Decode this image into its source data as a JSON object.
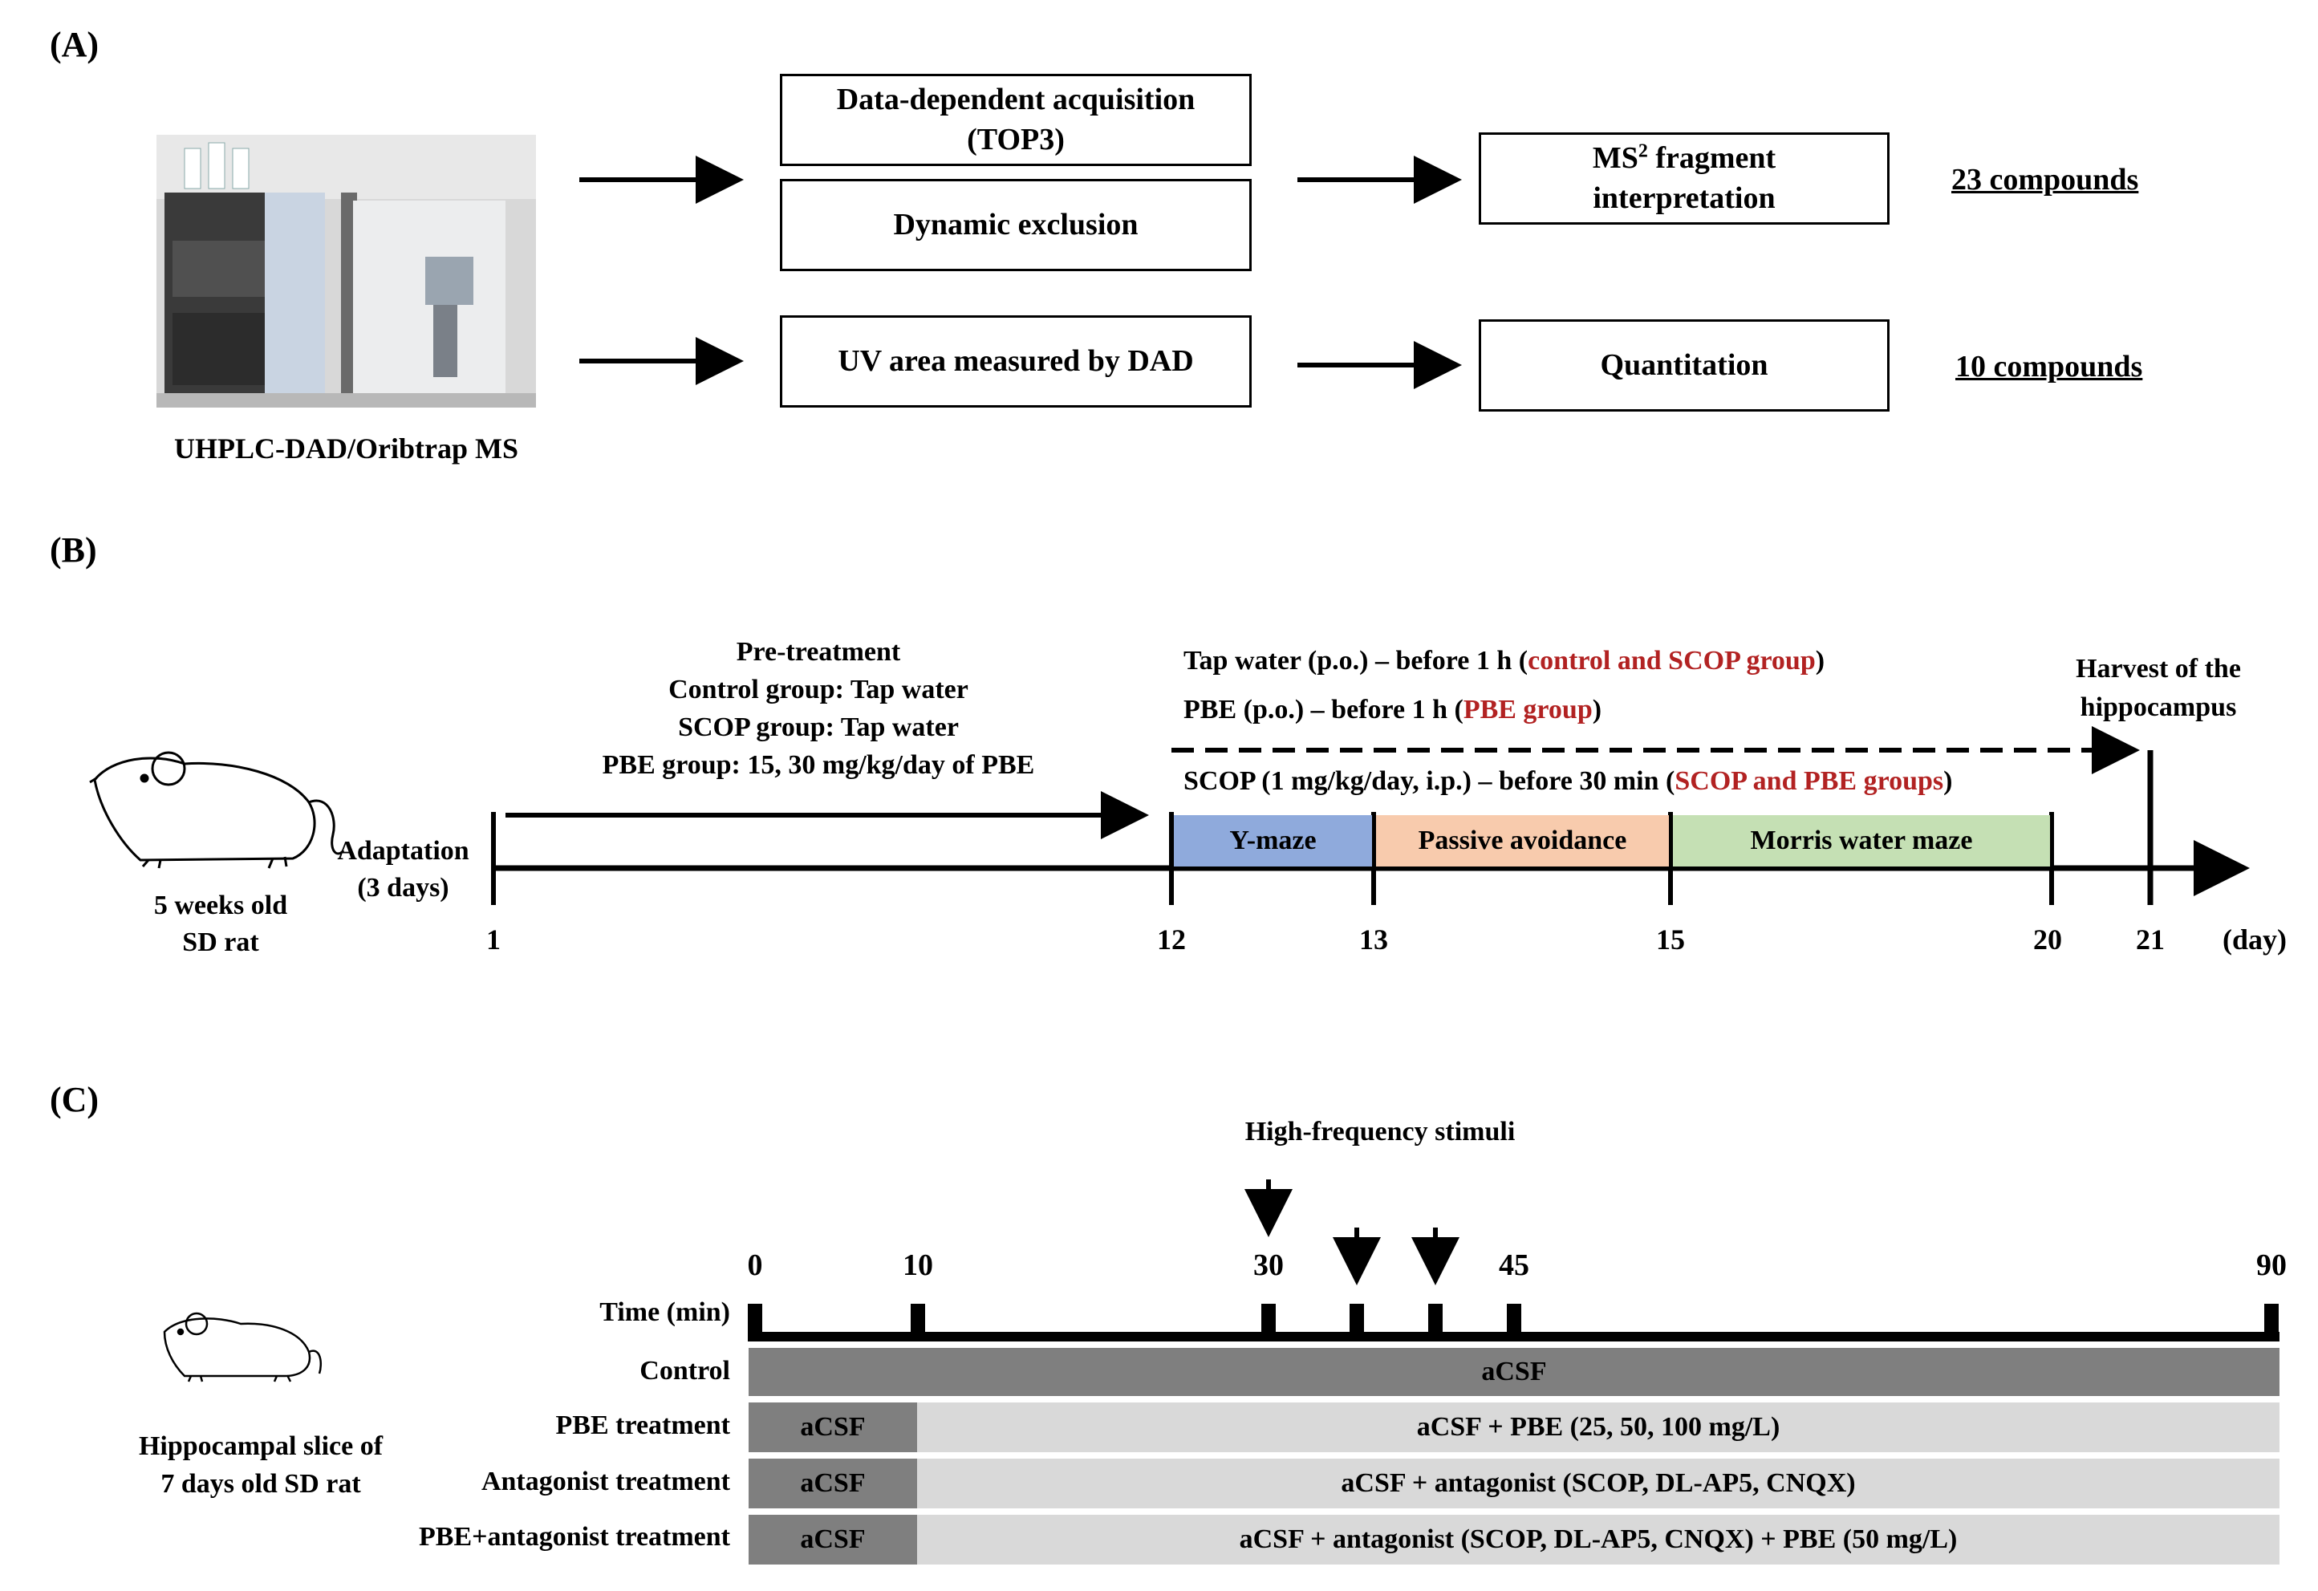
{
  "panel_a": {
    "label": "(A)",
    "instrument_caption": "UHPLC-DAD/Oribtrap MS",
    "box_dda_line1": "Data-dependent acquisition",
    "box_dda_line2": "(TOP3)",
    "box_dynamic": "Dynamic exclusion",
    "box_uv": "UV area measured by DAD",
    "box_ms2_pre": "MS",
    "box_ms2_sup": "2",
    "box_ms2_post": " fragment",
    "box_ms2_line2": "interpretation",
    "box_quant": "Quantitation",
    "result_top": "23 compounds",
    "result_bottom": "10 compounds"
  },
  "panel_b": {
    "label": "(B)",
    "rat_caption_line1": "5 weeks old",
    "rat_caption_line2": "SD rat",
    "adaptation_line1": "Adaptation",
    "adaptation_line2": "(3 days)",
    "pretreat_title": "Pre-treatment",
    "pretreat_line1": "Control group: Tap water",
    "pretreat_line2": "SCOP group: Tap water",
    "pretreat_line3": "PBE group: 15, 30 mg/kg/day of PBE",
    "tap_text": "Tap water (p.o.) – before 1 h (",
    "tap_red": "control and SCOP group",
    "tap_close": ")",
    "pbe_text": "PBE (p.o.) – before 1 h (",
    "pbe_red": "PBE group",
    "pbe_close": ")",
    "scop_text": "SCOP (1 mg/kg/day, i.p.) – before 30 min (",
    "scop_red": "SCOP and PBE groups",
    "scop_close": ")",
    "harvest_line1": "Harvest of the",
    "harvest_line2": "hippocampus",
    "phase_ymaze": "Y-maze",
    "phase_passive": "Passive avoidance",
    "phase_morris": "Morris water maze",
    "day_labels": [
      "1",
      "12",
      "13",
      "15",
      "20",
      "21"
    ],
    "unit": "(day)",
    "colors": {
      "ymaze": "#8faadc",
      "passive": "#f8cbad",
      "morris": "#c5e0b4",
      "red": "#b22222"
    }
  },
  "panel_c": {
    "label": "(C)",
    "hfs_title": "High-frequency stimuli",
    "time_ticks": [
      "0",
      "10",
      "30",
      "45",
      "90"
    ],
    "time_label": "Time (min)",
    "slice_caption_line1": "Hippocampal slice of",
    "slice_caption_line2": "7 days old SD rat",
    "rows": [
      {
        "label": "Control",
        "pre": "",
        "main": "aCSF"
      },
      {
        "label": "PBE treatment",
        "pre": "aCSF",
        "main": "aCSF + PBE (25, 50, 100 mg/L)"
      },
      {
        "label": "Antagonist treatment",
        "pre": "aCSF",
        "main": "aCSF + antagonist (SCOP, DL-AP5, CNQX)"
      },
      {
        "label": "PBE+antagonist treatment",
        "pre": "aCSF",
        "main": "aCSF + antagonist (SCOP, DL-AP5, CNQX) + PBE (50 mg/L)"
      }
    ],
    "colors": {
      "dark": "#7f7f7f",
      "light": "#d9d9d9"
    }
  }
}
